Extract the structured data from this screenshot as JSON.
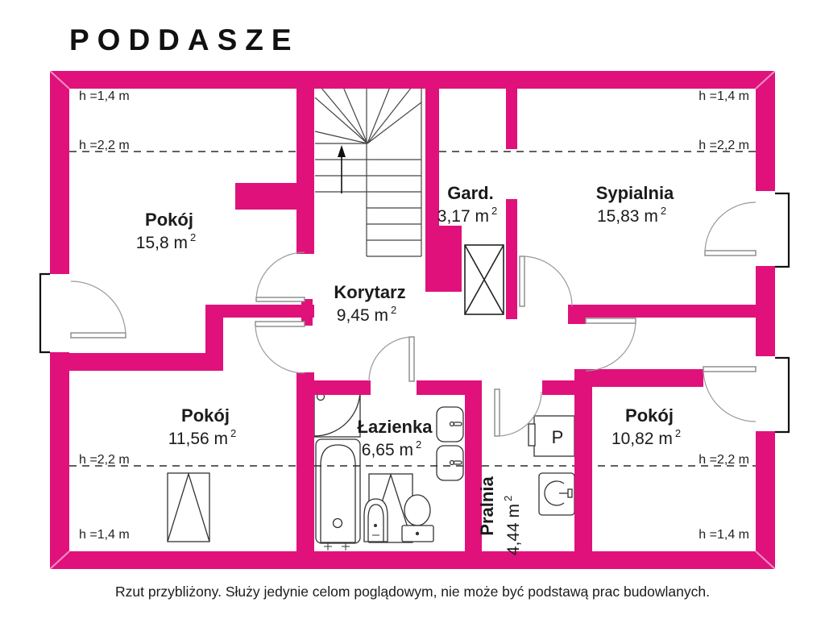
{
  "title": "PODDASZE",
  "disclaimer": "Rzut przybliżony. Służy jedynie celom poglądowym, nie może być podstawą prac budowlanych.",
  "colors": {
    "wall": "#E0117B",
    "line": "#333333",
    "text": "#1b1b1b"
  },
  "heights": {
    "low": "h =1,4 m",
    "high": "h =2,2 m"
  },
  "fixtures": {
    "washer_label": "P"
  },
  "rooms": [
    {
      "id": "pokoj-nw",
      "name": "Pokój",
      "area": "15,8 m",
      "sup": "2"
    },
    {
      "id": "gard",
      "name": "Gard.",
      "area": "3,17 m",
      "sup": "2"
    },
    {
      "id": "sypialnia",
      "name": "Sypialnia",
      "area": "15,83 m",
      "sup": "2"
    },
    {
      "id": "korytarz",
      "name": "Korytarz",
      "area": "9,45 m",
      "sup": "2"
    },
    {
      "id": "pokoj-sw",
      "name": "Pokój",
      "area": "11,56 m",
      "sup": "2"
    },
    {
      "id": "lazienka",
      "name": "Łazienka",
      "area": "6,65 m",
      "sup": "2"
    },
    {
      "id": "pralnia",
      "name": "Pralnia",
      "area": "4,44 m",
      "sup": "2"
    },
    {
      "id": "pokoj-se",
      "name": "Pokój",
      "area": "10,82 m",
      "sup": "2"
    }
  ]
}
